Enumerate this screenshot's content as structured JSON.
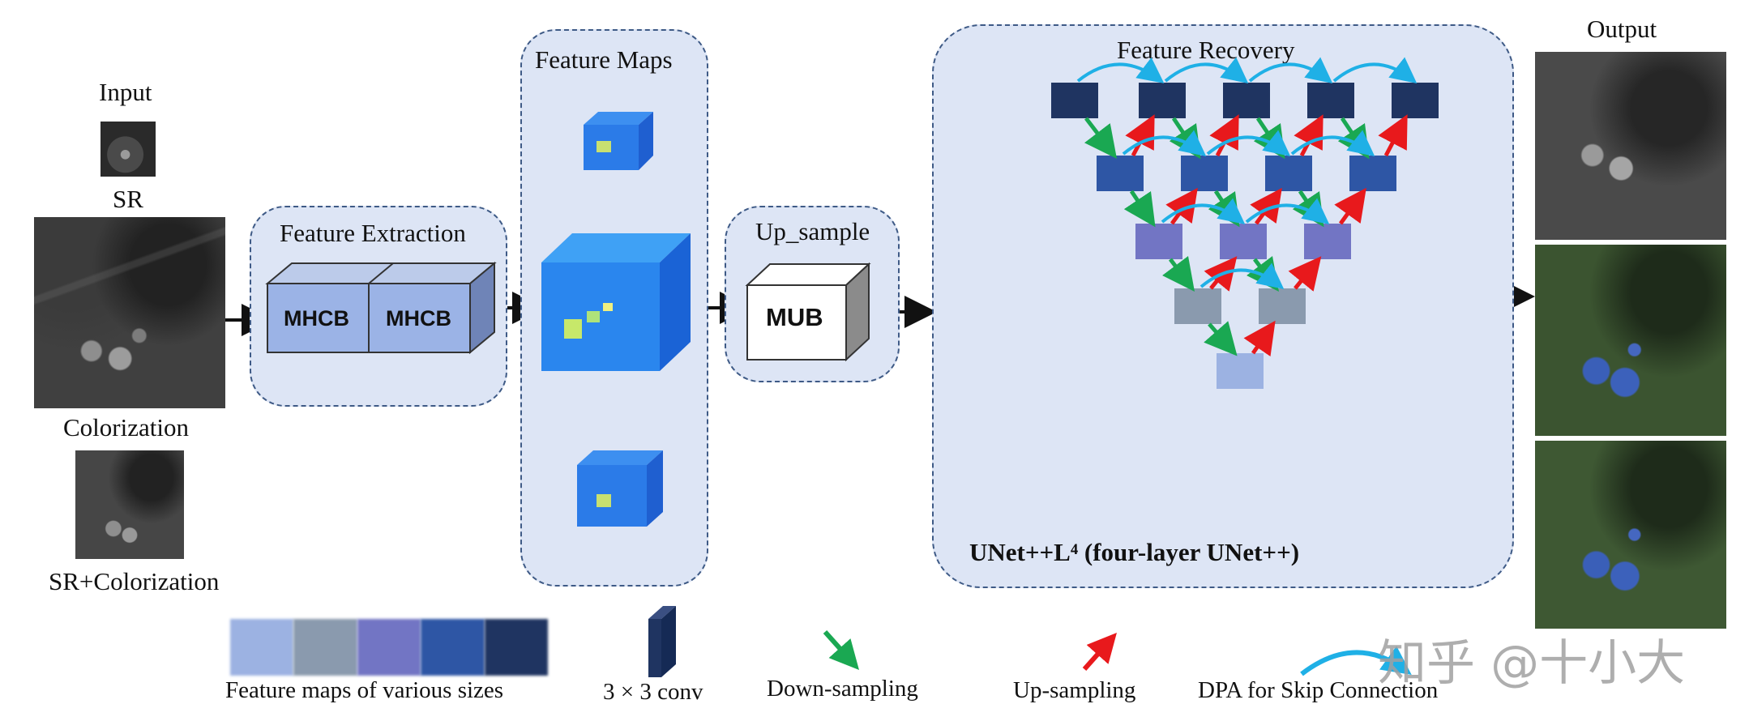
{
  "input": {
    "title": "Input",
    "sr_label": "SR",
    "colorization_label": "Colorization",
    "sr_colorization_label": "SR+Colorization"
  },
  "feature_extraction": {
    "title": "Feature Extraction",
    "block1": "MHCB",
    "block2": "MHCB"
  },
  "feature_maps": {
    "title": "Feature Maps"
  },
  "up_sample": {
    "title": "Up_sample",
    "block": "MUB"
  },
  "feature_recovery": {
    "title": "Feature Recovery",
    "caption": "UNet++L⁴  (four-layer UNet++)",
    "level_colors": [
      "#1f3461",
      "#2e56a5",
      "#7275c4",
      "#8a9aae",
      "#9cb2e2"
    ]
  },
  "output": {
    "title": "Output"
  },
  "legend": {
    "feature_maps_label": "Feature maps of various sizes",
    "conv_label": "3 × 3 conv",
    "down_label": "Down-sampling",
    "up_label": "Up-sampling",
    "skip_label": "DPA for Skip Connection",
    "swatch_colors": [
      "#9cb2e2",
      "#8a9aae",
      "#7275c4",
      "#2e56a5",
      "#1f3461"
    ]
  },
  "colors": {
    "down_arrow": "#1aa852",
    "up_arrow": "#e8191c",
    "skip_arrow": "#1fb0e6",
    "panel_bg": "#dde5f5",
    "panel_border": "#3e5a86"
  },
  "watermark": "知乎 @十小大"
}
